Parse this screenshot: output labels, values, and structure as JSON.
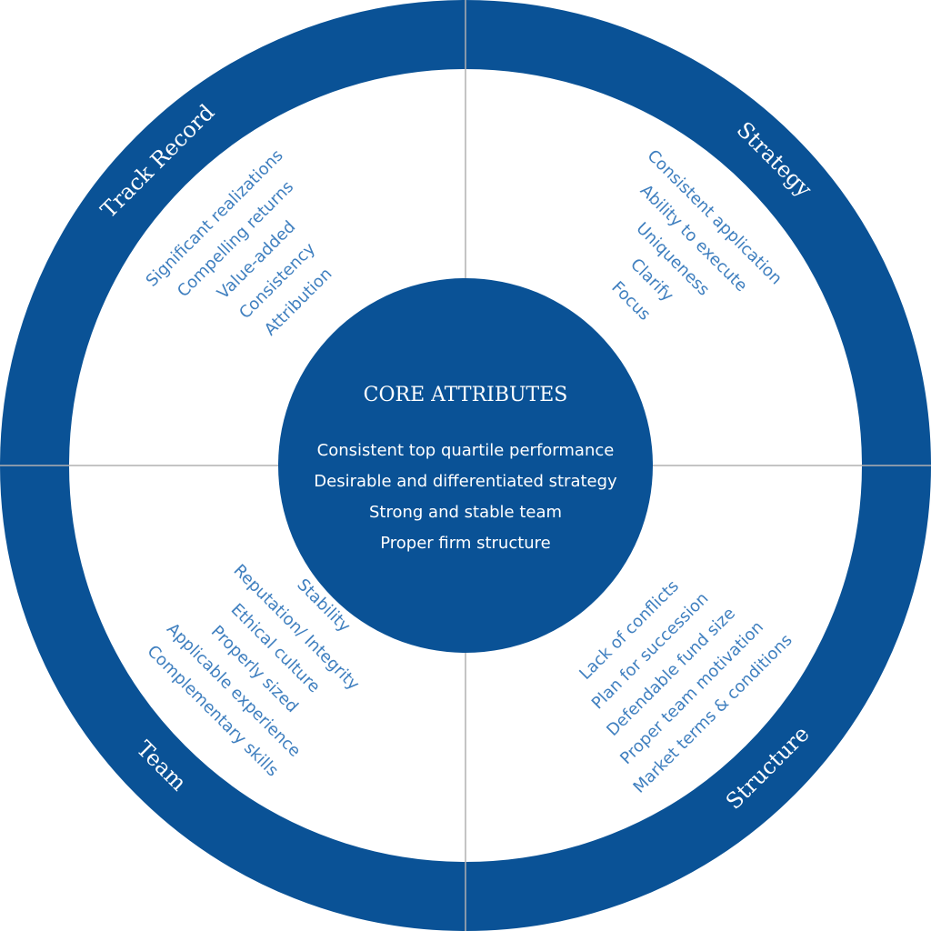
{
  "colors": {
    "ring": "#0a5296",
    "center": "#0a5296",
    "divider": "#b0b0b0",
    "item_text": "#3f7fbf",
    "light_text": "#ffffff"
  },
  "center": {
    "title": "CORE ATTRIBUTES",
    "items": [
      "Consistent top quartile performance",
      "Desirable and differentiated strategy",
      "Strong and stable team",
      "Proper firm structure"
    ]
  },
  "quadrants": {
    "track_record": {
      "label": "Track Record",
      "items": [
        "Significant realizations",
        "Compelling returns",
        "Value-added",
        "Consistency",
        "Attribution"
      ]
    },
    "strategy": {
      "label": "Strategy",
      "items": [
        "Consistent application",
        "Ability to execute",
        "Uniqueness",
        "Clarify",
        "Focus"
      ]
    },
    "team": {
      "label": "Team",
      "items": [
        "Stability",
        "Reputation/ Integrity",
        "Ethical culture",
        "Properly sized",
        "Applicable experience",
        "Complementary skills"
      ]
    },
    "structure": {
      "label": "Structure",
      "items": [
        "Lack of conflicts",
        "Plan for succession",
        "Defendable fund size",
        "Proper team motivation",
        "Market terms & conditions"
      ]
    }
  }
}
